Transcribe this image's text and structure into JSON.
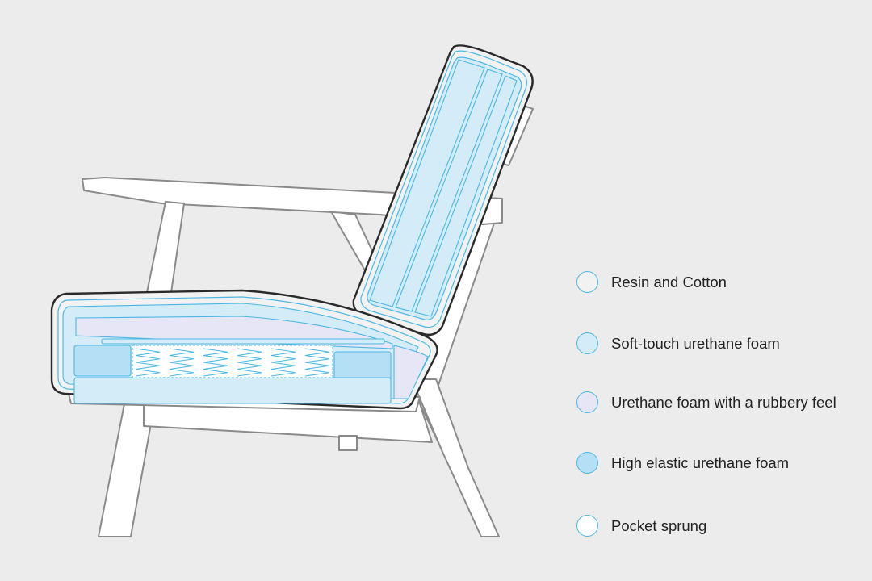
{
  "colors": {
    "background": "#ececec",
    "frame_fill": "#ffffff",
    "frame_stroke": "#8a8a8a",
    "cushion_outline": "#2a2a2a",
    "accent_stroke": "#4bb8e4"
  },
  "legend": [
    {
      "label": "Resin and Cotton",
      "color": "#f2f2f2"
    },
    {
      "label": "Soft-touch urethane foam",
      "color": "#d4ebf8"
    },
    {
      "label": "Urethane foam with a rubbery feel",
      "color": "#e7e6f7"
    },
    {
      "label": "High elastic urethane foam",
      "color": "#b5dff5"
    },
    {
      "label": "Pocket sprung",
      "color": "#ffffff"
    }
  ]
}
